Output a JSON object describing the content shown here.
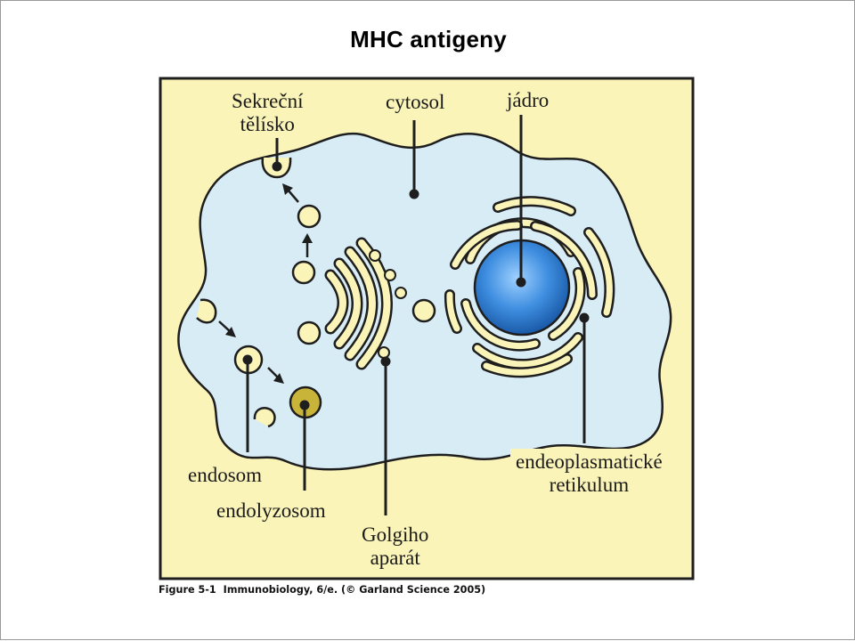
{
  "slide": {
    "title": "MHC antigeny"
  },
  "labels": {
    "secretory_line1": "Sekreční",
    "secretory_line2": "tělísko",
    "cytosol": "cytosol",
    "nucleus": "jádro",
    "endosome": "endosom",
    "endolysosome": "endolyzosom",
    "golgi_line1": "Golgiho",
    "golgi_line2": "aparát",
    "er_line1": "endeoplasmatické",
    "er_line2": "retikulum"
  },
  "caption": {
    "figure": "Figure 5-1",
    "source": "Immunobiology, 6/e. (© Garland Science 2005)"
  },
  "colors": {
    "panel": "#fbf4b9",
    "cytoplasm": "#d8ecf6",
    "nucleus": "#2b77c7",
    "endolysosome": "#c9b43a",
    "membrane": "#1e1e1e"
  }
}
